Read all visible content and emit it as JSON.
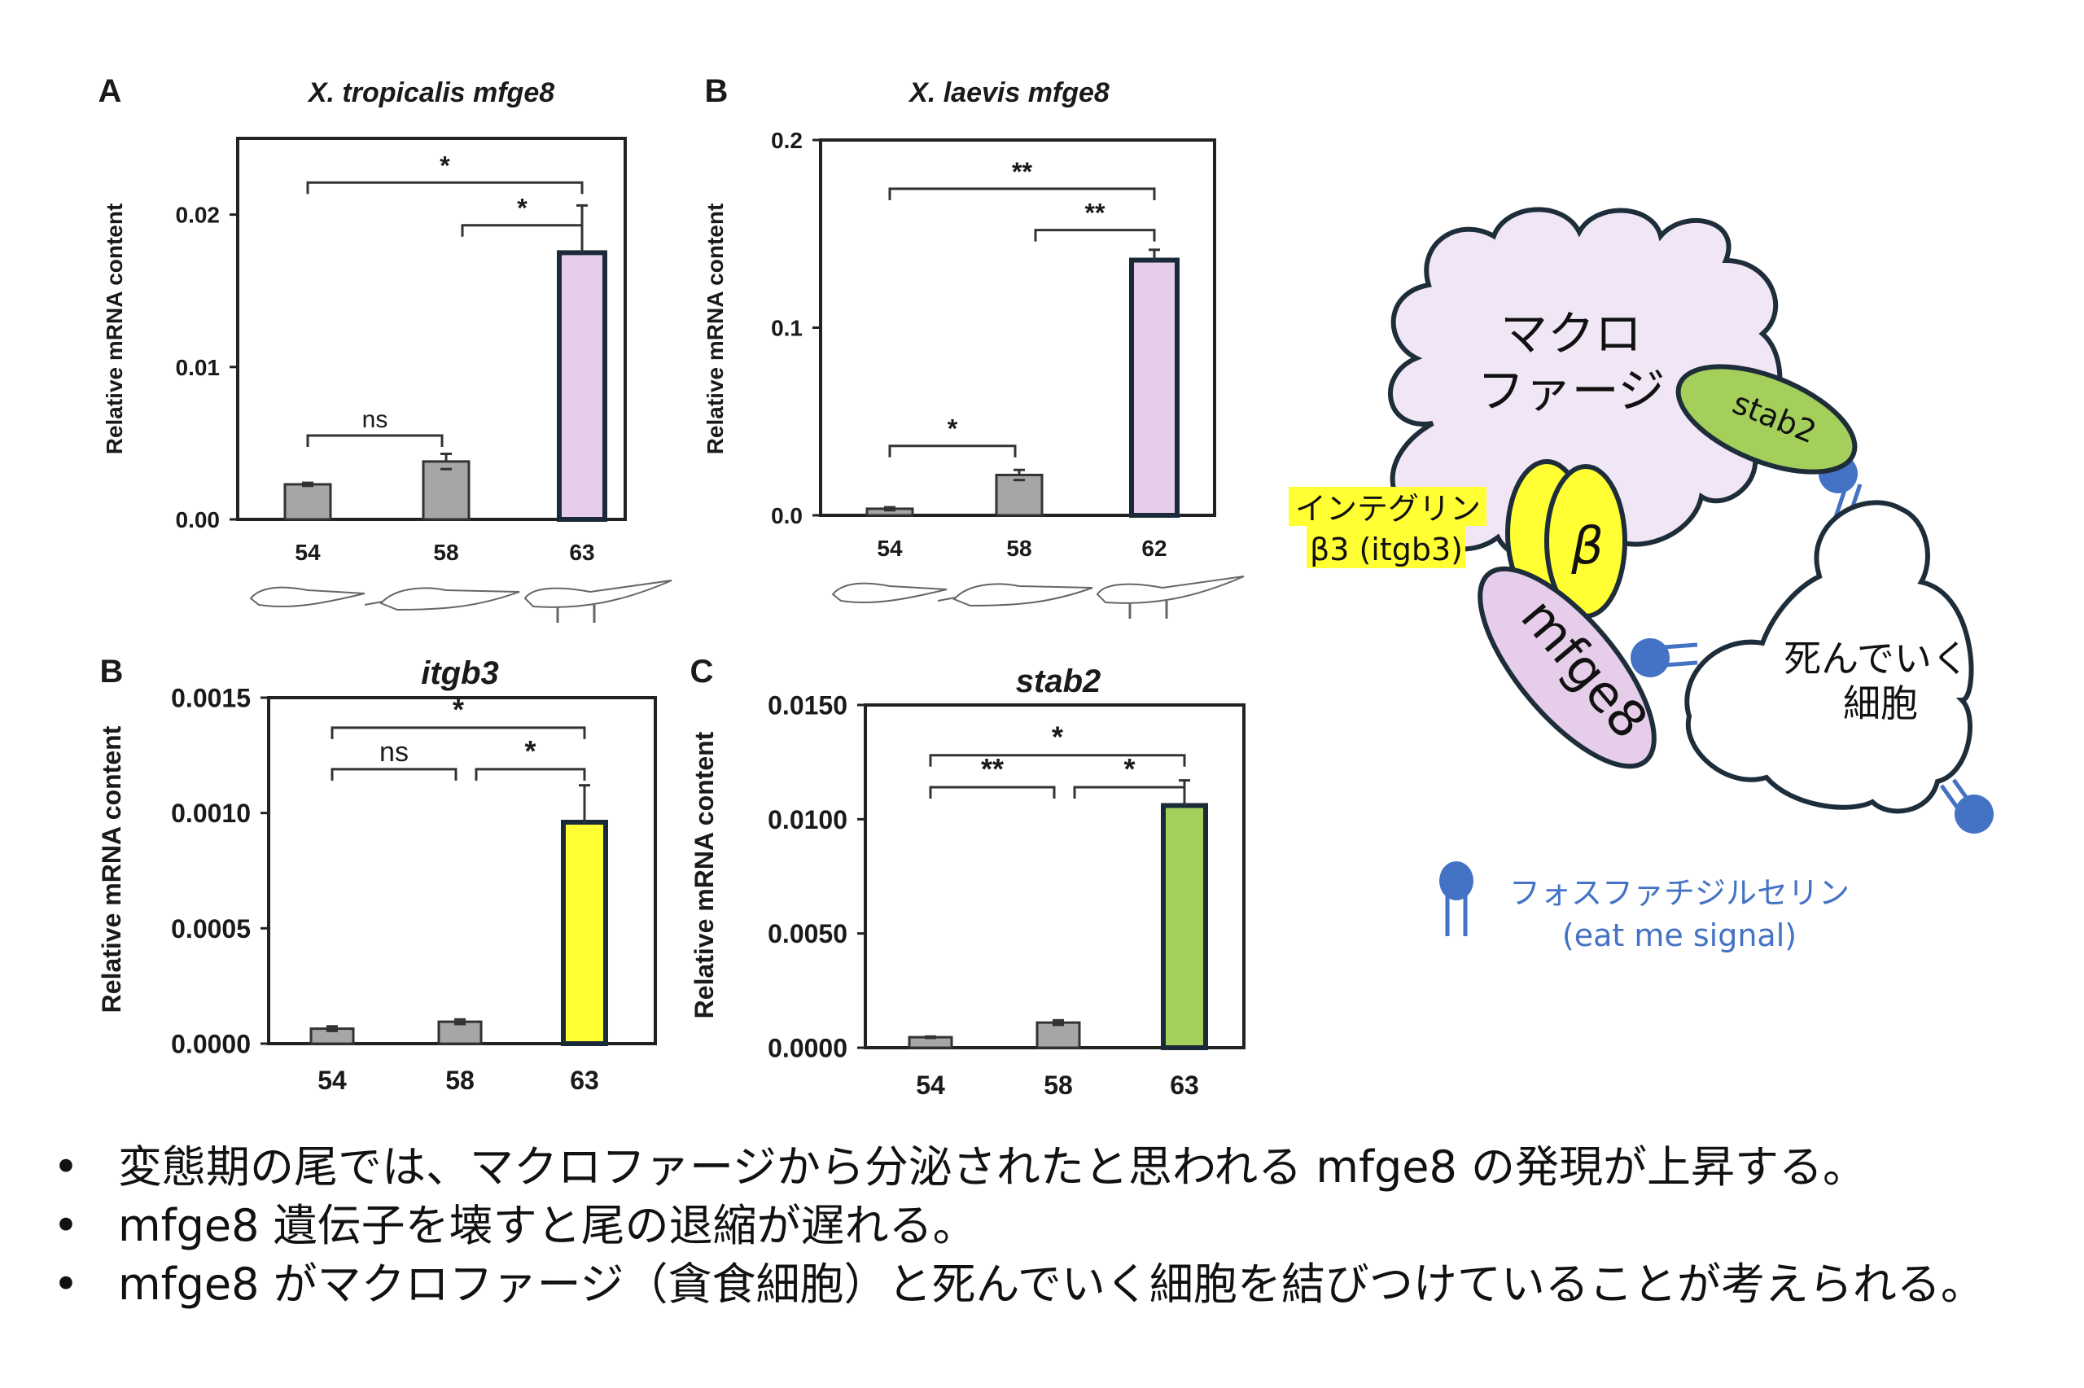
{
  "chart_data": [
    {
      "id": "A",
      "type": "bar",
      "panel_label": "A",
      "title": "X. tropicalis mfge8",
      "xlabel": "",
      "ylabel": "Relative mRNA content",
      "categories": [
        "54",
        "58",
        "63"
      ],
      "values": [
        0.0023,
        0.0038,
        0.0175
      ],
      "errors": [
        0.0001,
        0.0005,
        0.0031
      ],
      "bar_colors": [
        "#a6a6a6",
        "#a6a6a6",
        "#e6cdea"
      ],
      "ylim": [
        0,
        0.025
      ],
      "yticks": [
        0,
        0.01,
        0.02
      ],
      "ytick_labels": [
        "0.00",
        "0.01",
        "0.02"
      ],
      "grid": false,
      "has_stage_illustrations": true,
      "significance": [
        {
          "from": 0,
          "to": 1,
          "label": "ns",
          "level": 0.0055
        },
        {
          "from": 0,
          "to": 2,
          "label": "*",
          "level": 0.0221
        },
        {
          "from": 1,
          "to": 2,
          "label": "*",
          "level": 0.0193
        }
      ]
    },
    {
      "id": "B1",
      "type": "bar",
      "panel_label": "B",
      "title": "X. laevis mfge8",
      "xlabel": "",
      "ylabel": "Relative mRNA content",
      "categories": [
        "54",
        "58",
        "62"
      ],
      "values": [
        0.0035,
        0.0215,
        0.136
      ],
      "errors": [
        0.0008,
        0.0027,
        0.0055
      ],
      "bar_colors": [
        "#a6a6a6",
        "#a6a6a6",
        "#e6cdea"
      ],
      "ylim": [
        0,
        0.2
      ],
      "yticks": [
        0,
        0.1,
        0.2
      ],
      "ytick_labels": [
        "0.0",
        "0.1",
        "0.2"
      ],
      "grid": false,
      "has_stage_illustrations": true,
      "significance": [
        {
          "from": 0,
          "to": 1,
          "label": "*",
          "level": 0.037
        },
        {
          "from": 0,
          "to": 2,
          "label": "**",
          "level": 0.174
        },
        {
          "from": 1,
          "to": 2,
          "label": "**",
          "level": 0.152
        }
      ]
    },
    {
      "id": "B2",
      "type": "bar",
      "panel_label": "B",
      "title": "itgb3",
      "xlabel": "",
      "ylabel": "Relative mRNA content",
      "categories": [
        "54",
        "58",
        "63"
      ],
      "values": [
        6.5e-05,
        9.5e-05,
        0.00096
      ],
      "errors": [
        1e-05,
        1e-05,
        0.00016
      ],
      "bar_colors": [
        "#a6a6a6",
        "#a6a6a6",
        "#ffff33"
      ],
      "ylim": [
        0,
        0.0015
      ],
      "yticks": [
        0,
        0.0005,
        0.001,
        0.0015
      ],
      "ytick_labels": [
        "0.0000",
        "0.0005",
        "0.0010",
        "0.0015"
      ],
      "grid": false,
      "has_stage_illustrations": false,
      "significance": [
        {
          "from": 0,
          "to": 1,
          "label": "ns",
          "level": 0.00119
        },
        {
          "from": 0,
          "to": 2,
          "label": "*",
          "level": 0.00137
        },
        {
          "from": 1,
          "to": 2,
          "label": "*",
          "level": 0.00119
        }
      ]
    },
    {
      "id": "C",
      "type": "bar",
      "panel_label": "C",
      "title": "stab2",
      "xlabel": "",
      "ylabel": "Relative mRNA content",
      "categories": [
        "54",
        "58",
        "63"
      ],
      "values": [
        0.00046,
        0.0011,
        0.0106
      ],
      "errors": [
        3e-05,
        0.0001,
        0.0011
      ],
      "bar_colors": [
        "#a6a6a6",
        "#a6a6a6",
        "#a3cf5a"
      ],
      "ylim": [
        0,
        0.015
      ],
      "yticks": [
        0,
        0.005,
        0.01,
        0.015
      ],
      "ytick_labels": [
        "0.0000",
        "0.0050",
        "0.0100",
        "0.0150"
      ],
      "grid": false,
      "has_stage_illustrations": false,
      "significance": [
        {
          "from": 0,
          "to": 1,
          "label": "**",
          "level": 0.0114
        },
        {
          "from": 0,
          "to": 2,
          "label": "*",
          "level": 0.0128
        },
        {
          "from": 1,
          "to": 2,
          "label": "*",
          "level": 0.0114
        }
      ]
    }
  ],
  "diagram": {
    "macrophage_label_line1": "マクロ",
    "macrophage_label_line2": "ファージ",
    "stab2_label": "stab2",
    "integrin_symbol": "β",
    "integrin_label_line1": "インテグリン",
    "integrin_label_line2": "β3 (itgb3)",
    "mfge8_label": "mfge8",
    "dying_cell_line1": "死んでいく",
    "dying_cell_line2": "細胞",
    "legend_line1": "フォスファチジルセリン",
    "legend_line2": "(eat me signal)",
    "colors": {
      "macrophage_fill": "#f1e6f6",
      "stab2_fill": "#a3cf5a",
      "integrin_fill": "#ffff33",
      "mfge8_fill": "#e6cdea",
      "dying_fill": "#ffffff",
      "outline": "#1e2d3a",
      "ps_blue": "#4472c4",
      "label_highlight": "#ffff33"
    }
  },
  "bullets": [
    {
      "symbol": "•",
      "text": "変態期の尾では、マクロファージから分泌されたと思われる mfge8 の発現が上昇する。"
    },
    {
      "symbol": "•",
      "text": "mfge8 遺伝子を壊すと尾の退縮が遅れる。"
    },
    {
      "symbol": "•",
      "text": "mfge8 がマクロファージ（貪食細胞）と死んでいく細胞を結びつけていることが考えられる。"
    }
  ]
}
